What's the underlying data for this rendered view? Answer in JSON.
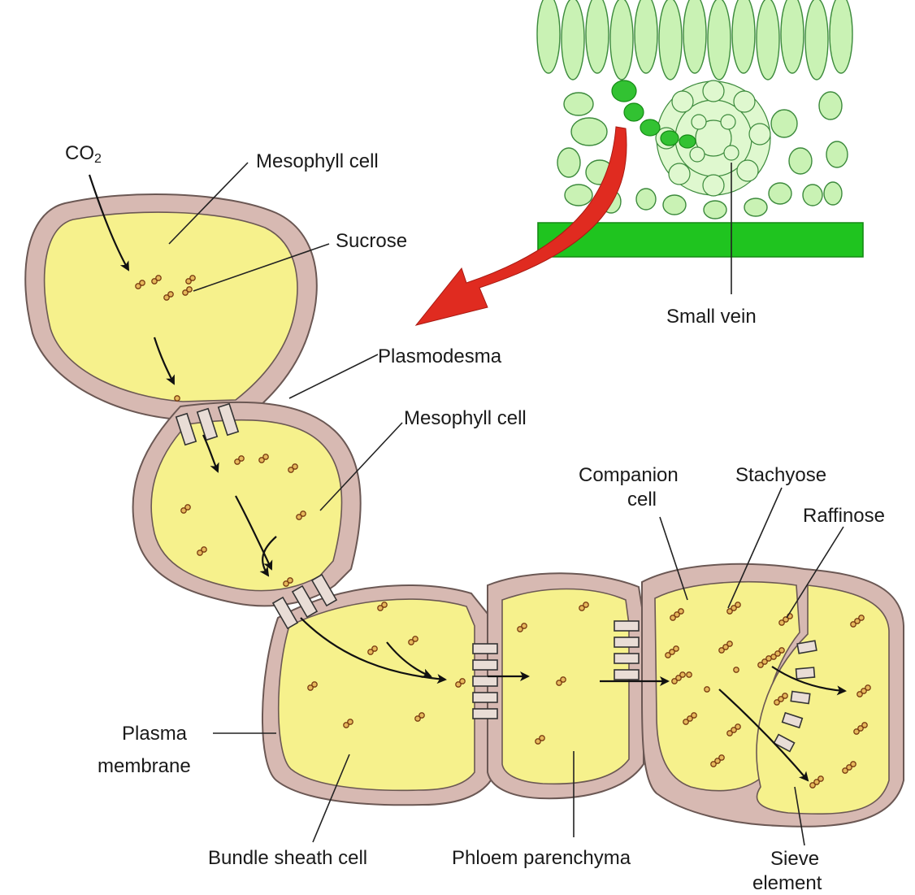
{
  "labels": {
    "co2_main": "CO",
    "co2_sub": "2",
    "mesophyll_top": "Mesophyll cell",
    "sucrose": "Sucrose",
    "plasmodesma": "Plasmodesma",
    "mesophyll_mid": "Mesophyll cell",
    "small_vein": "Small vein",
    "companion_line1": "Companion",
    "companion_line2": "cell",
    "stachyose": "Stachyose",
    "raffinose": "Raffinose",
    "plasma_line1": "Plasma",
    "plasma_line2": "membrane",
    "bundle_sheath": "Bundle sheath cell",
    "phloem_parenchyma": "Phloem parenchyma",
    "sieve_line1": "Sieve",
    "sieve_line2": "element"
  },
  "colors": {
    "cytoplasm": "#f6f18c",
    "cell_wall": "#d7b9b2",
    "leaf_tissue": "#c9f2b4",
    "epidermis": "#1fc41f",
    "big_arrow": "#e02b20",
    "sugar_molecule": "#e6b85a"
  }
}
